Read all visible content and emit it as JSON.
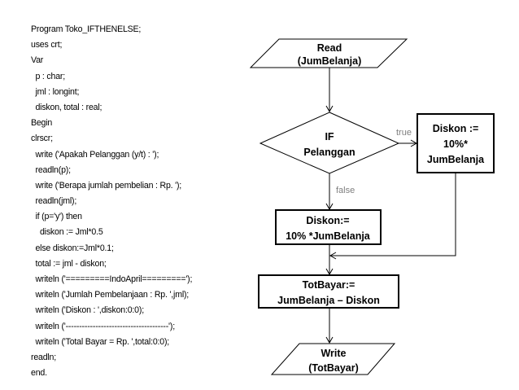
{
  "code": [
    "Program Toko_IFTHENELSE;",
    "uses crt;",
    "Var",
    "  p : char;",
    "  jml : longint;",
    "  diskon, total : real;",
    "Begin",
    "clrscr;",
    "  write ('Apakah Pelanggan (y/t) : ');",
    "  readln(p);",
    "  write ('Berapa jumlah pembelian : Rp. ');",
    "  readln(jml);",
    "  if (p='y') then",
    "    diskon := Jml*0.5",
    "  else diskon:=Jml*0.1;",
    "  total := jml - diskon;",
    "  writeln ('=========IndoApril=========');",
    "  writeln ('Jumlah Pembelanjaan : Rp. ',jml);",
    "  writeln ('Diskon : ',diskon:0:0);",
    "  writeln ('--------------------------------------');",
    "  writeln ('Total Bayar = Rp. ',total:0:0);",
    "readln;",
    "end."
  ],
  "flowchart": {
    "read": [
      "Read",
      "(JumBelanja)"
    ],
    "decision": [
      "IF",
      "Pelanggan"
    ],
    "true_label": "true",
    "false_label": "false",
    "true_box": [
      "Diskon :=",
      "10%*",
      "JumBelanja"
    ],
    "false_box": [
      "Diskon:=",
      "10% *JumBelanja"
    ],
    "total_box": [
      "TotBayar:=",
      "JumBelanja – Diskon"
    ],
    "write": [
      "Write",
      "(TotBayar)"
    ]
  }
}
